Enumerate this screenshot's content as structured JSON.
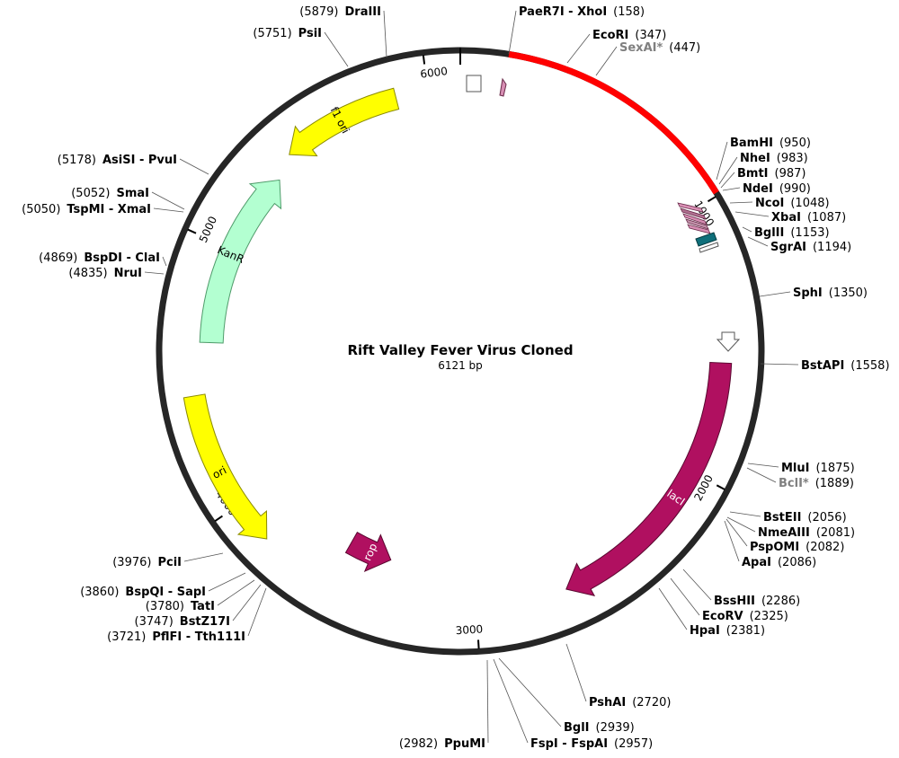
{
  "title": "Rift Valley Fever Virus Cloned",
  "length_label": "6121 bp",
  "total_bp": 6121,
  "backbone_color": "#262626",
  "insert": {
    "start": 158,
    "end": 990,
    "color": "#ff0000"
  },
  "ticks": [
    {
      "bp": 1000,
      "label": "1000"
    },
    {
      "bp": 2000,
      "label": "2000"
    },
    {
      "bp": 3000,
      "label": "3000"
    },
    {
      "bp": 4000,
      "label": "4000"
    },
    {
      "bp": 5000,
      "label": "5000"
    },
    {
      "bp": 6000,
      "label": "6000"
    }
  ],
  "features": [
    {
      "name": "f1 ori",
      "label": "f1 ori",
      "start": 5424,
      "end": 5879,
      "strand": -1,
      "fill": "#ffff00",
      "stroke": "#8a8a00",
      "text_color": "#000000"
    },
    {
      "name": "KanR",
      "label": "KanR",
      "start": 4624,
      "end": 5330,
      "strand": 1,
      "fill": "#b3ffd1",
      "stroke": "#4f9b6a",
      "text_color": "#000000"
    },
    {
      "name": "ori",
      "label": "ori",
      "start": 3840,
      "end": 4428,
      "strand": -1,
      "fill": "#ffff00",
      "stroke": "#8a8a00",
      "text_color": "#000000"
    },
    {
      "name": "rop",
      "label": "rop",
      "start": 3373,
      "end": 3564,
      "strand": -1,
      "fill": "#b01060",
      "stroke": "#5a0830",
      "text_color": "#ffffff"
    },
    {
      "name": "lacI",
      "label": "lacI",
      "start": 1574,
      "end": 2653,
      "strand": 1,
      "fill": "#b01060",
      "stroke": "#5a0830",
      "text_color": "#ffffff"
    }
  ],
  "enzymes": [
    {
      "name": "PaeR7I - XhoI",
      "pos": "(158)",
      "gray": false
    },
    {
      "name": "EcoRI",
      "pos": "(347)",
      "gray": false
    },
    {
      "name": "SexAI*",
      "pos": "(447)",
      "gray": true
    },
    {
      "name": "BamHI",
      "pos": "(950)",
      "gray": false
    },
    {
      "name": "NheI",
      "pos": "(983)",
      "gray": false
    },
    {
      "name": "BmtI",
      "pos": "(987)",
      "gray": false
    },
    {
      "name": "NdeI",
      "pos": "(990)",
      "gray": false
    },
    {
      "name": "NcoI",
      "pos": "(1048)",
      "gray": false
    },
    {
      "name": "XbaI",
      "pos": "(1087)",
      "gray": false
    },
    {
      "name": "BglII",
      "pos": "(1153)",
      "gray": false
    },
    {
      "name": "SgrAI",
      "pos": "(1194)",
      "gray": false
    },
    {
      "name": "SphI",
      "pos": "(1350)",
      "gray": false
    },
    {
      "name": "BstAPI",
      "pos": "(1558)",
      "gray": false
    },
    {
      "name": "MluI",
      "pos": "(1875)",
      "gray": false
    },
    {
      "name": "BclI*",
      "pos": "(1889)",
      "gray": true
    },
    {
      "name": "BstEII",
      "pos": "(2056)",
      "gray": false
    },
    {
      "name": "NmeAIII",
      "pos": "(2081)",
      "gray": false
    },
    {
      "name": "PspOMI",
      "pos": "(2082)",
      "gray": false
    },
    {
      "name": "ApaI",
      "pos": "(2086)",
      "gray": false
    },
    {
      "name": "BssHII",
      "pos": "(2286)",
      "gray": false
    },
    {
      "name": "EcoRV",
      "pos": "(2325)",
      "gray": false
    },
    {
      "name": "HpaI",
      "pos": "(2381)",
      "gray": false
    },
    {
      "name": "PshAI",
      "pos": "(2720)",
      "gray": false
    },
    {
      "name": "BglI",
      "pos": "(2939)",
      "gray": false
    },
    {
      "name": "FspI - FspAI",
      "pos": "(2957)",
      "gray": false
    },
    {
      "name": "PpuMI",
      "pos": "(2982)",
      "gray": false
    },
    {
      "name": "PflFI - Tth111I",
      "pos": "(3721)",
      "gray": false
    },
    {
      "name": "BstZ17I",
      "pos": "(3747)",
      "gray": false
    },
    {
      "name": "TatI",
      "pos": "(3780)",
      "gray": false
    },
    {
      "name": "BspQI - SapI",
      "pos": "(3860)",
      "gray": false
    },
    {
      "name": "PciI",
      "pos": "(3976)",
      "gray": false
    },
    {
      "name": "NruI",
      "pos": "(4835)",
      "gray": false
    },
    {
      "name": "BspDI - ClaI",
      "pos": "(4869)",
      "gray": false
    },
    {
      "name": "TspMI - XmaI",
      "pos": "(5050)",
      "gray": false
    },
    {
      "name": "SmaI",
      "pos": "(5052)",
      "gray": false
    },
    {
      "name": "AsiSI - PvuI",
      "pos": "(5178)",
      "gray": false
    },
    {
      "name": "PsiI",
      "pos": "(5751)",
      "gray": false
    },
    {
      "name": "DraIII",
      "pos": "(5879)",
      "gray": false
    }
  ]
}
